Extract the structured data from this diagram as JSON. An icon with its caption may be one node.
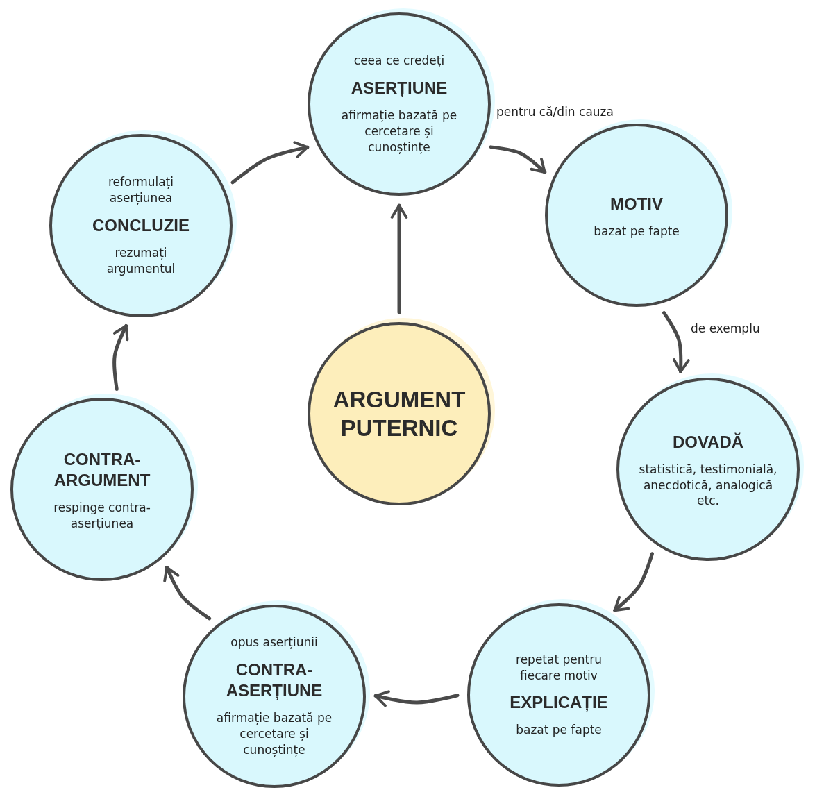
{
  "diagram": {
    "nodes": [
      {
        "text": [
          "ceea ce credeți",
          "ASERȚIUNE",
          "afirmație bazată pe cercetare și cunoștințe"
        ]
      },
      {
        "text": [
          "MOTIV",
          "bazat pe fapte"
        ]
      },
      {
        "text": [
          "DOVADĂ",
          "statistică, testimonială, anecdotică, analogică etc."
        ]
      },
      {
        "text": [
          "repetat pentru fiecare motiv",
          "EXPLICAȚIE",
          "bazat pe fapte"
        ]
      },
      {
        "text": [
          "opus aserțiunii",
          "CONTRA-ASERȚIUNE",
          "afirmație bazată pe cercetare și cunoștințe"
        ]
      },
      {
        "text": [
          "CONTRA-ARGUMENT",
          "respinge contra-aserțiunea"
        ]
      },
      {
        "text": [
          "reformulați aserțiunea",
          "CONCLUZIE",
          "rezumați argumentul"
        ]
      },
      {
        "text": [
          "ARGUMENT PUTERNIC"
        ]
      }
    ],
    "edges": [
      {
        "from": 0,
        "to": 1,
        "arrow": "to",
        "label": "pentru că/din cauza"
      },
      {
        "from": 1,
        "to": 2,
        "arrow": "to",
        "label": "de exemplu"
      },
      {
        "from": 2,
        "to": 3,
        "arrow": "to"
      },
      {
        "from": 3,
        "to": 4,
        "arrow": "to"
      },
      {
        "from": 4,
        "to": 5,
        "arrow": "to"
      },
      {
        "from": 5,
        "to": 6,
        "arrow": "to"
      },
      {
        "from": 6,
        "to": 0,
        "arrow": "to"
      },
      {
        "from": 7,
        "to": 0,
        "arrow": "to"
      }
    ]
  }
}
